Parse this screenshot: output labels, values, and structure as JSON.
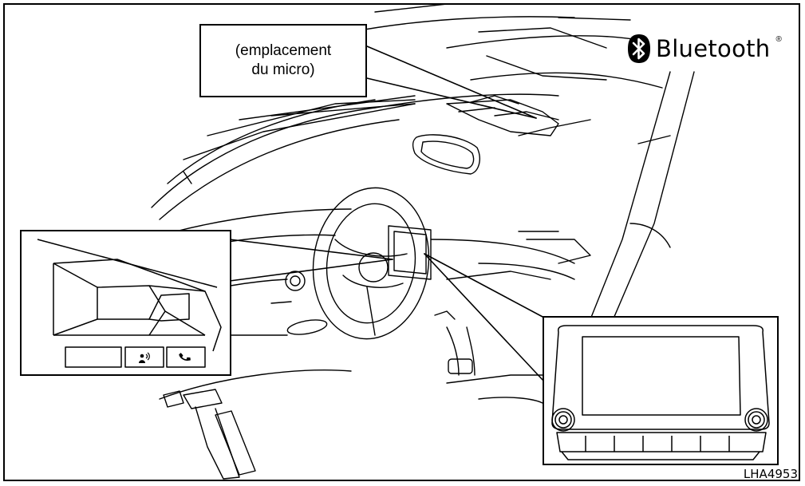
{
  "callout": {
    "line1": "(emplacement",
    "line2": "du micro)"
  },
  "logo": {
    "word": "Bluetooth",
    "mark": "®",
    "icon": "bluetooth-rune-icon"
  },
  "figure_code": "LHA4953",
  "icons": {
    "voice": "voice-recognition-icon",
    "phone": "phone-handset-icon"
  }
}
